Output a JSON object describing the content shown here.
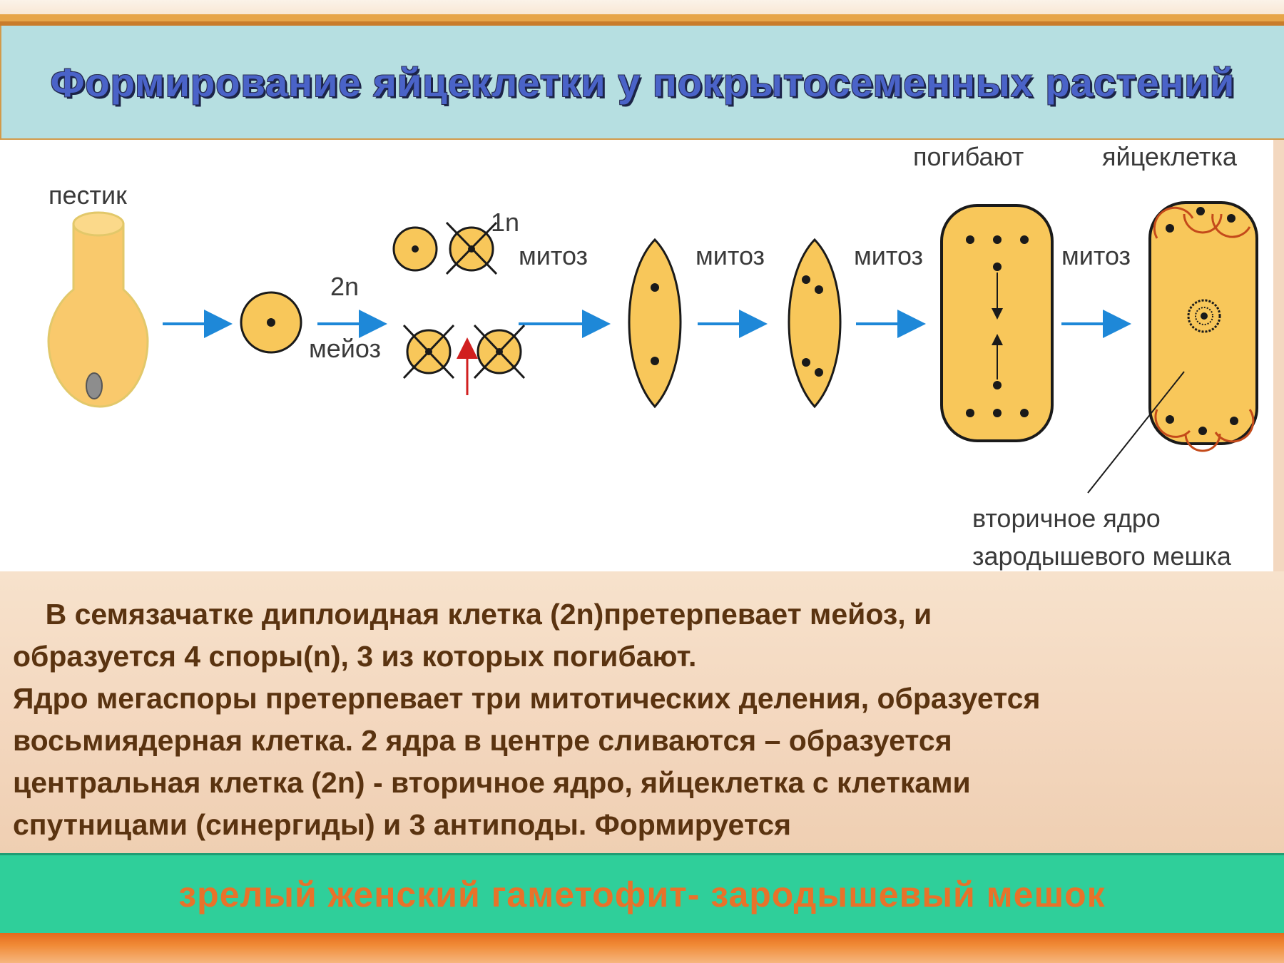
{
  "title": "Формирование яйцеклетки у покрытосеменных растений",
  "diagram": {
    "labels": {
      "pistil": "пестик",
      "diploid": "2n",
      "meiosis": "мейоз",
      "haploid": "1n",
      "mitosis_1": "митоз",
      "mitosis_2": "митоз",
      "mitosis_3": "митоз",
      "mitosis_4": "митоз",
      "die": "погибают",
      "egg_cell": "яйцеклетка",
      "secondary_nucleus_line1": "вторичное ядро",
      "secondary_nucleus_line2": "зародышевого мешка"
    },
    "colors": {
      "cell_fill": "#f8c75a",
      "cell_outline": "#1a1a1a",
      "arrow": "#1e88d8",
      "red_arrow": "#d11f1f",
      "pistil_fill": "#f9c96c",
      "pistil_outline": "#e2c86a",
      "antipode_outline": "#c44a1a"
    }
  },
  "body": {
    "lines": [
      "    В семязачатке диплоидная клетка (2n)претерпевает мейоз, и",
      "образуется 4 споры(n), 3 из которых погибают.",
      "Ядро мегаспоры претерпевает три митотических деления, образуется",
      "восьмиядерная клетка. 2 ядра в центре сливаются – образуется",
      "центральная клетка (2n) - вторичное ядро, яйцеклетка с клетками",
      "спутницами (синергиды) и 3 антиподы. Формируется"
    ]
  },
  "footer": "зрелый женский гаметофит- зародышевый мешок"
}
